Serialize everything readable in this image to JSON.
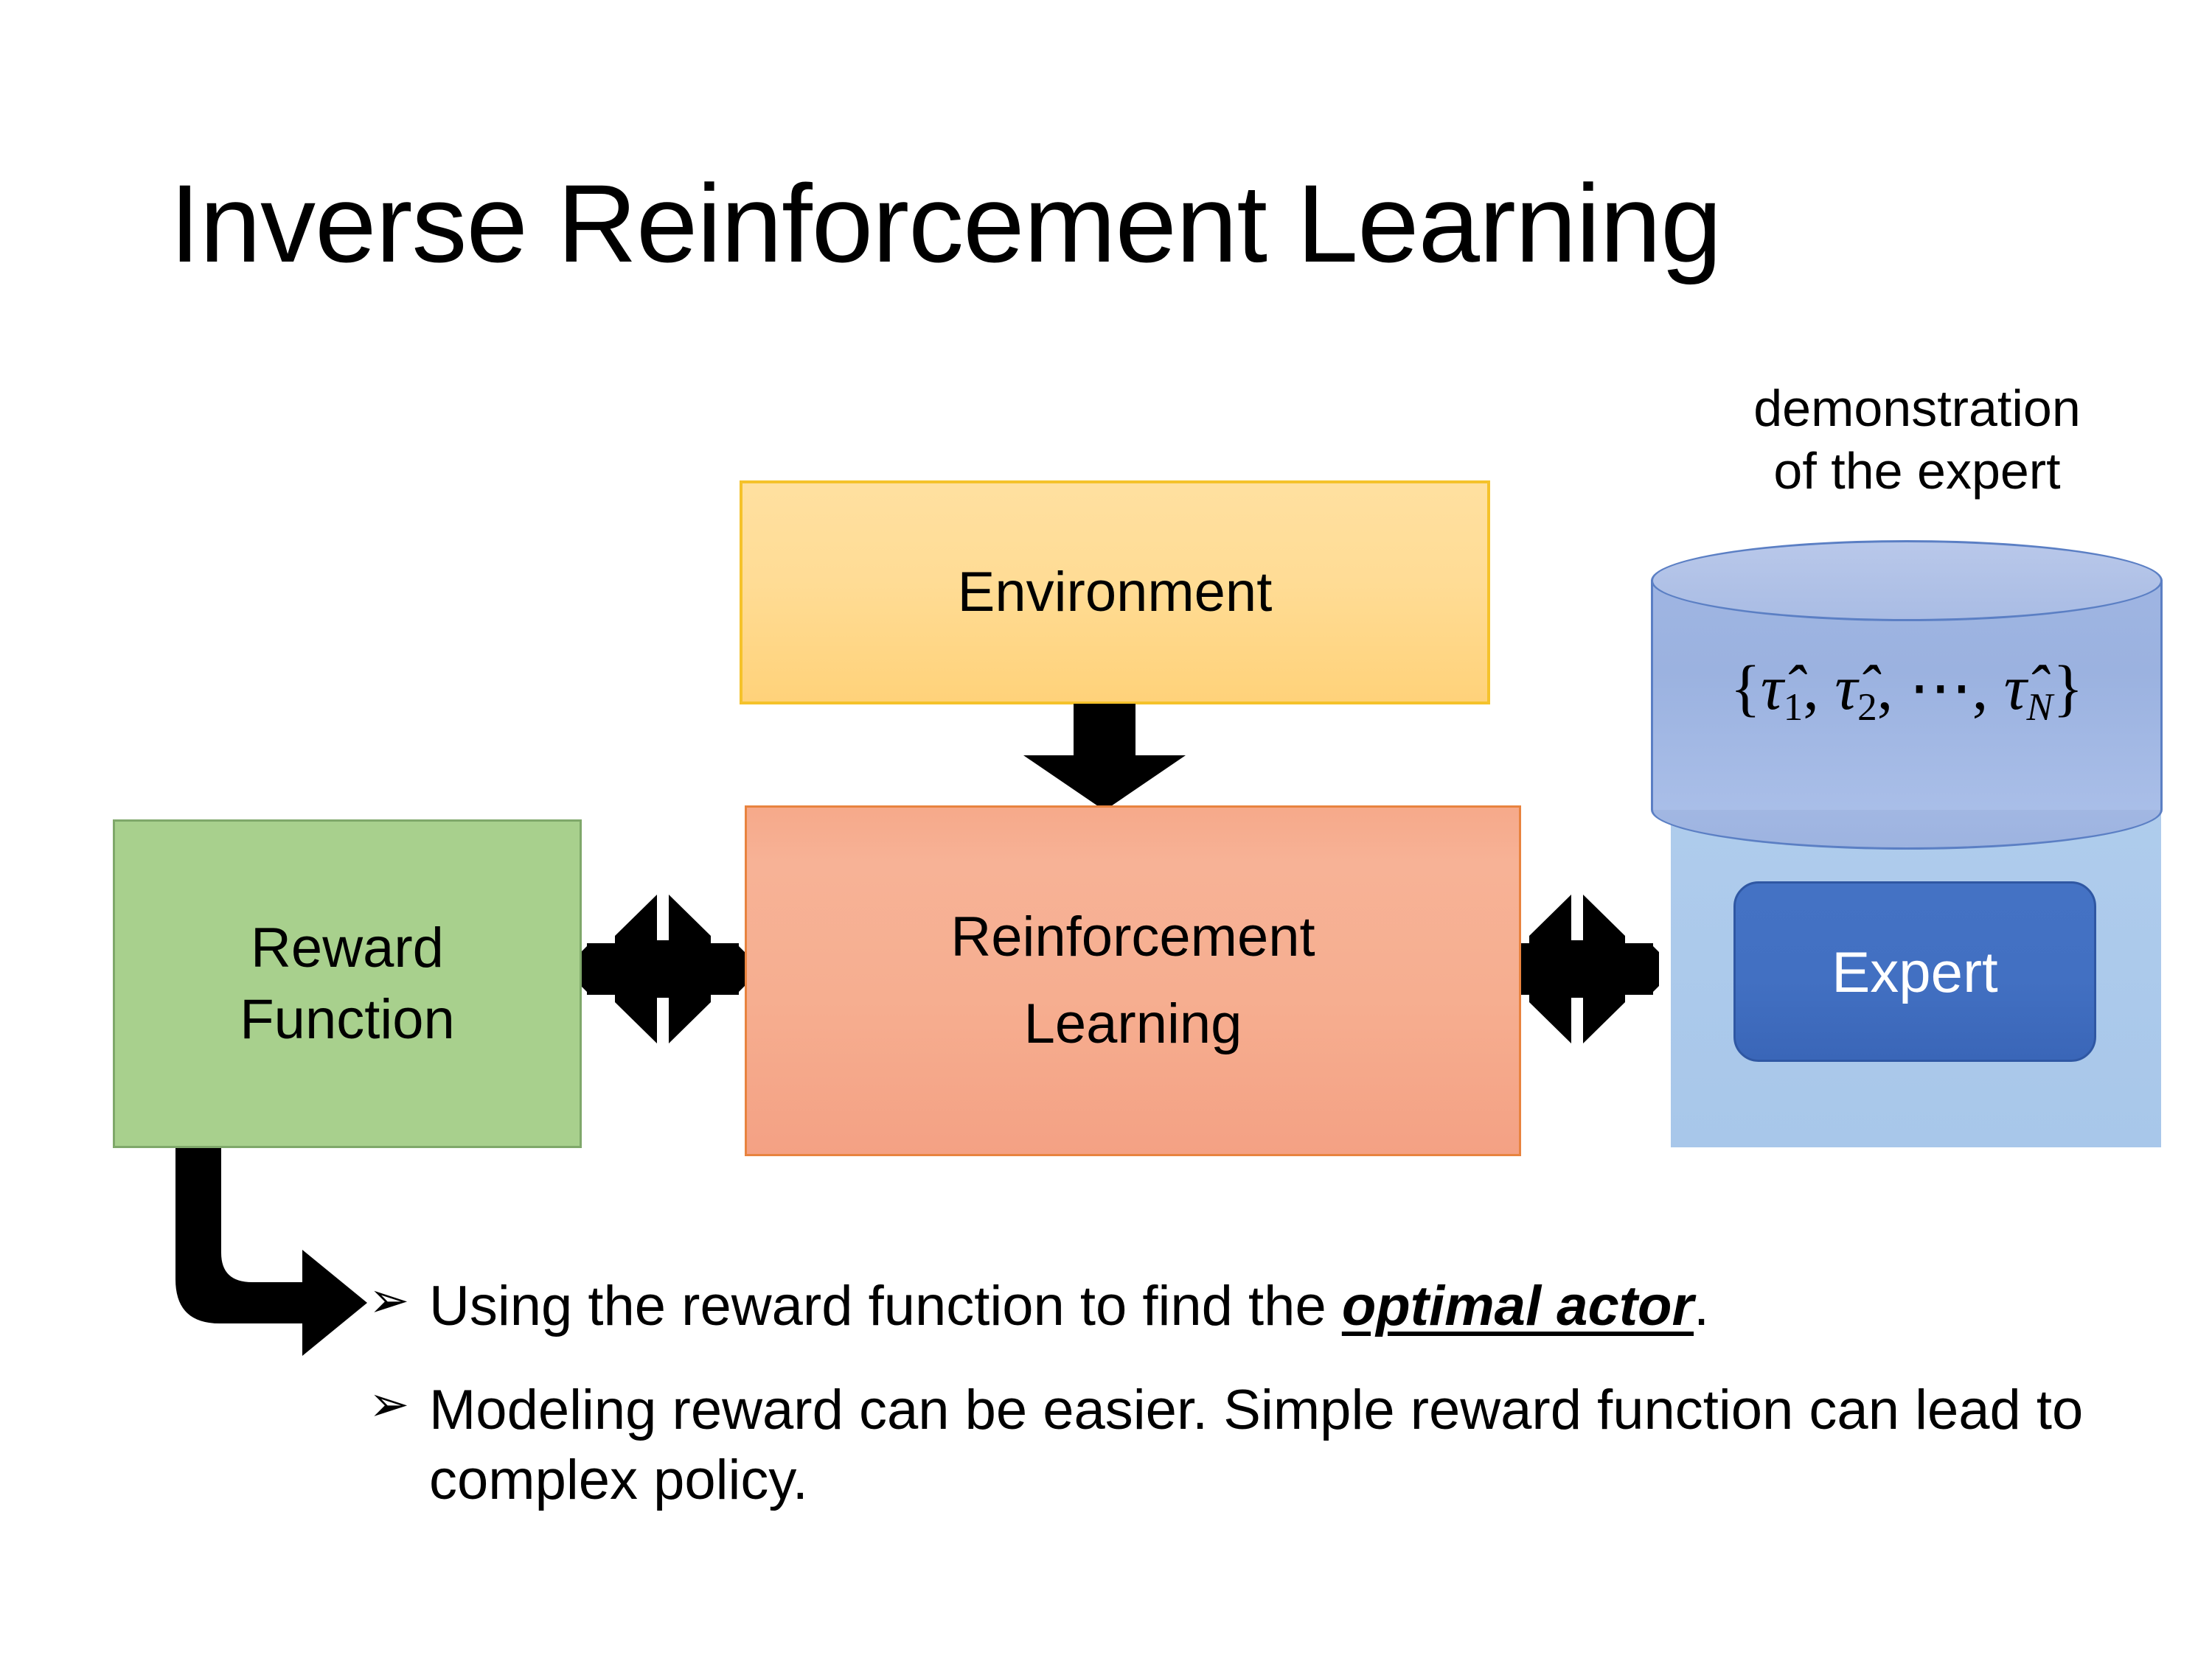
{
  "slide": {
    "title": "Inverse Reinforcement Learning",
    "background_color": "#FFFFFF"
  },
  "diagram": {
    "environment": {
      "label": "Environment",
      "fill_color": "#FFDC95",
      "border_color": "#F5C22B"
    },
    "reward_function": {
      "label_line1": "Reward",
      "label_line2": "Function",
      "fill_color": "#A8D08D",
      "border_color": "#7FA86A"
    },
    "reinforcement_learning": {
      "label_line1": "Reinforcement",
      "label_line2": "Learning",
      "fill_color": "#F6AE90",
      "border_color": "#E8833F"
    },
    "demonstration": {
      "caption_line1": "demonstration",
      "caption_line2": "of the expert",
      "formula": {
        "open_brace": "{",
        "terms": [
          {
            "symbol": "τ̂",
            "subscript": "1"
          },
          {
            "symbol": "τ̂",
            "subscript": "2"
          },
          {
            "symbol": "⋯",
            "subscript": ""
          },
          {
            "symbol": "τ̂",
            "subscript": "N"
          }
        ],
        "separator": ", ",
        "close_brace": "}",
        "plain": "{τ̂1, τ̂2, ⋯, τ̂N}"
      },
      "cylinder_fill_color": "#9FB5E2",
      "cylinder_border_color": "#5B7FC4",
      "panel_fill_color": "#AFCCEC"
    },
    "expert": {
      "label": "Expert",
      "fill_color": "#4472C4",
      "border_color": "#2F57A3",
      "text_color": "#FFFFFF"
    },
    "connectors": [
      {
        "name": "environment-to-rl",
        "icon": "down-arrow-icon",
        "direction": "down",
        "color": "#000000"
      },
      {
        "name": "reward-rl-link",
        "icon": "four-way-arrow-icon",
        "direction": "four-way",
        "color": "#000000"
      },
      {
        "name": "rl-expert-link",
        "icon": "four-way-arrow-icon",
        "direction": "four-way",
        "color": "#000000"
      },
      {
        "name": "reward-to-bullets",
        "icon": "elbow-arrow-icon",
        "direction": "down-then-right",
        "color": "#000000"
      }
    ]
  },
  "bullets": {
    "marker": "➢",
    "items": [
      {
        "prefix": "Using the reward function to find the ",
        "emphasis": "optimal actor",
        "suffix": "."
      },
      {
        "prefix": "Modeling reward can be easier. Simple reward function can lead to complex policy.",
        "emphasis": "",
        "suffix": ""
      }
    ]
  }
}
